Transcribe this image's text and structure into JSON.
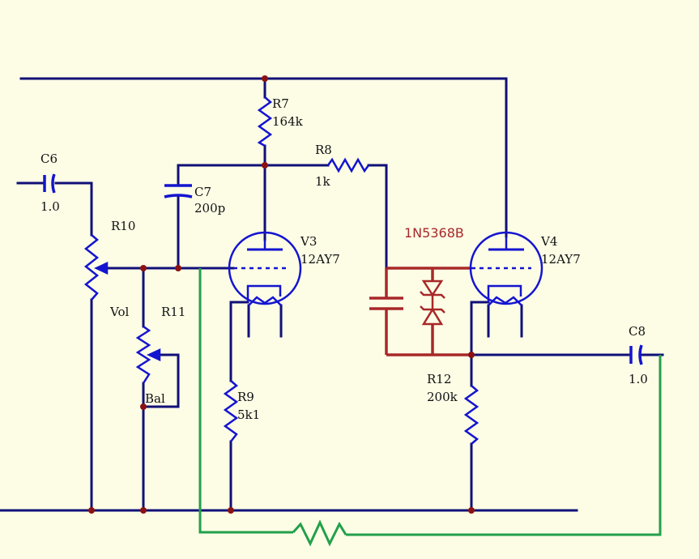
{
  "colors": {
    "background": "#fdfde6",
    "wire": "#101078",
    "component": "#1414d0",
    "node": "#8b1212",
    "added_part": "#a82828",
    "feedback": "#22a04a",
    "text": "#111111"
  },
  "components": {
    "c6": {
      "ref": "C6",
      "value": "1.0"
    },
    "r10": {
      "ref": "R10",
      "name": "Vol"
    },
    "r11": {
      "ref": "R11",
      "name": "Bal"
    },
    "c7": {
      "ref": "C7",
      "value": "200p"
    },
    "r7": {
      "ref": "R7",
      "value": "164k"
    },
    "r8": {
      "ref": "R8",
      "value": "1k"
    },
    "v3": {
      "ref": "V3",
      "type": "12AY7"
    },
    "r9": {
      "ref": "R9",
      "value": "5k1"
    },
    "zener": {
      "part": "1N5368B"
    },
    "v4": {
      "ref": "V4",
      "type": "12AY7"
    },
    "r12": {
      "ref": "R12",
      "value": "200k"
    },
    "c8": {
      "ref": "C8",
      "value": "1.0"
    }
  }
}
